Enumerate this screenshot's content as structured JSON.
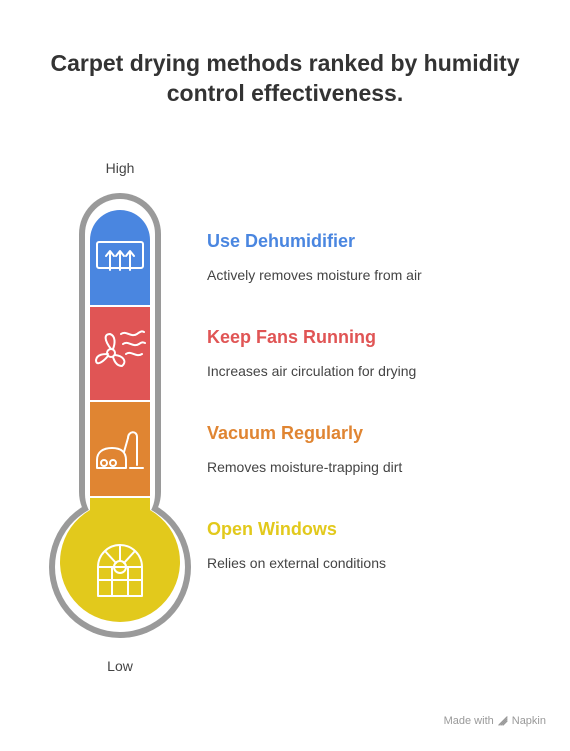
{
  "title": {
    "line1": "Carpet drying methods ranked by humidity",
    "line2": "control effectiveness."
  },
  "scale": {
    "high": "High",
    "low": "Low"
  },
  "items": [
    {
      "title": "Use Dehumidifier",
      "description": "Actively removes moisture from air",
      "color": "#4a86e0",
      "icon": "dehumidifier-icon"
    },
    {
      "title": "Keep Fans Running",
      "description": "Increases air circulation for drying",
      "color": "#e05555",
      "icon": "fan-icon"
    },
    {
      "title": "Vacuum Regularly",
      "description": "Removes moisture-trapping dirt",
      "color": "#e08532",
      "icon": "vacuum-icon"
    },
    {
      "title": "Open Windows",
      "description": "Relies on external conditions",
      "color": "#e2c91c",
      "icon": "window-icon"
    }
  ],
  "colors": {
    "frame": "#9a9a9a",
    "text": "#333333"
  },
  "footer": {
    "made_with": "Made with",
    "brand": "Napkin"
  }
}
